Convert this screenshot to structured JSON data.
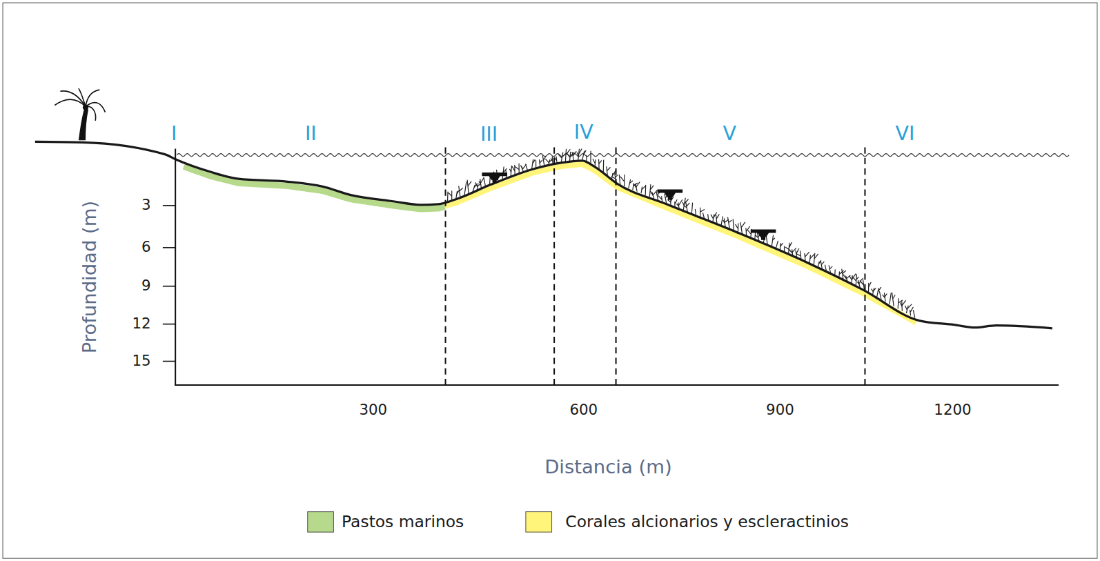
{
  "diagram": {
    "labels": [
      "I",
      "II",
      "III",
      "IV",
      "V",
      "VI",
      "3",
      "6",
      "9",
      "12",
      "15",
      "300",
      "600",
      "900",
      "1200",
      "Profundidad (m)",
      "Distancia (m)"
    ],
    "legend": [
      {
        "text": "Pastos marinos",
        "color": "#b6d98b"
      },
      {
        "text": "Corales alcionarios y escleractinios",
        "color": "#fff57a"
      }
    ]
  }
}
